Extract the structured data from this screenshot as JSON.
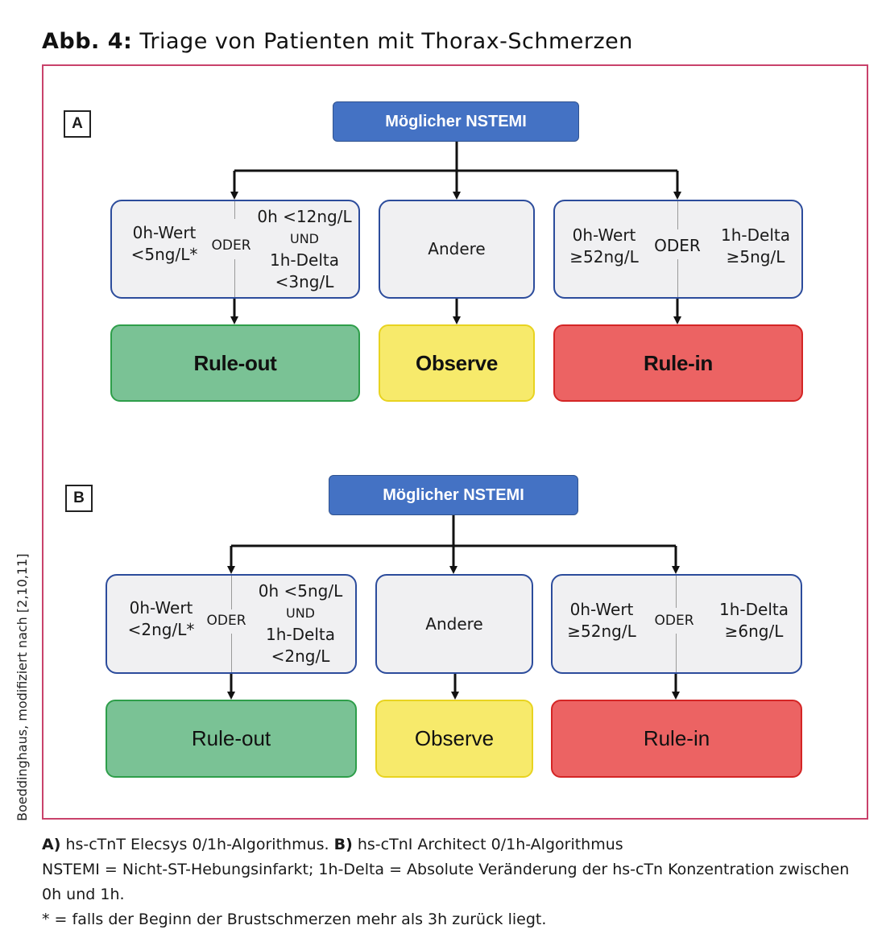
{
  "figure": {
    "label": "Abb. 4:",
    "title": "Triage von Patienten mit Thorax-Schmerzen",
    "credit": "Boeddinghaus, modifiziert nach [2,10,11]"
  },
  "panels": {
    "a": {
      "letter": "A",
      "top": "Möglicher NSTEMI",
      "ruleout_left": [
        "0h-Wert",
        "<5ng/L*"
      ],
      "ruleout_or": "ODER",
      "ruleout_right_1": "0h <12ng/L",
      "ruleout_right_und": "UND",
      "ruleout_right_2": [
        "1h-Delta",
        "<3ng/L"
      ],
      "middle": "Andere",
      "rulein_left": [
        "0h-Wert",
        "≥52ng/L"
      ],
      "rulein_or": "ODER",
      "rulein_right": [
        "1h-Delta",
        "≥5ng/L"
      ],
      "outcomes": [
        "Rule-out",
        "Observe",
        "Rule-in"
      ]
    },
    "b": {
      "letter": "B",
      "top": "Möglicher NSTEMI",
      "ruleout_left": [
        "0h-Wert",
        "<2ng/L*"
      ],
      "ruleout_or": "ODER",
      "ruleout_right_1": "0h <5ng/L",
      "ruleout_right_und": "UND",
      "ruleout_right_2": [
        "1h-Delta",
        "<2ng/L"
      ],
      "middle": "Andere",
      "rulein_left": [
        "0h-Wert",
        "≥52ng/L"
      ],
      "rulein_or": "ODER",
      "rulein_right": [
        "1h-Delta",
        "≥6ng/L"
      ],
      "outcomes": [
        "Rule-out",
        "Observe",
        "Rule-in"
      ]
    }
  },
  "caption": {
    "line1_a_label": "A)",
    "line1_a_text": "hs-cTnT Elecsys 0/1h-Algorithmus.",
    "line1_b_label": "B)",
    "line1_b_text": "hs-cTnI Architect 0/1h-Algorithmus",
    "line2": "NSTEMI = Nicht-ST-Hebungsinfarkt; 1h-Delta = Absolute Veränderung der hs-cTn Konzentration zwischen 0h und 1h.",
    "line3": "* = falls der Beginn der Brustschmerzen mehr als 3h zurück liegt."
  },
  "colors": {
    "frame": "#c9426b",
    "header_box": "#4472c4",
    "criteria_border": "#2c4c9c",
    "ruleout": "#7ac295",
    "observe": "#f7ea6b",
    "rulein": "#ec6363"
  }
}
